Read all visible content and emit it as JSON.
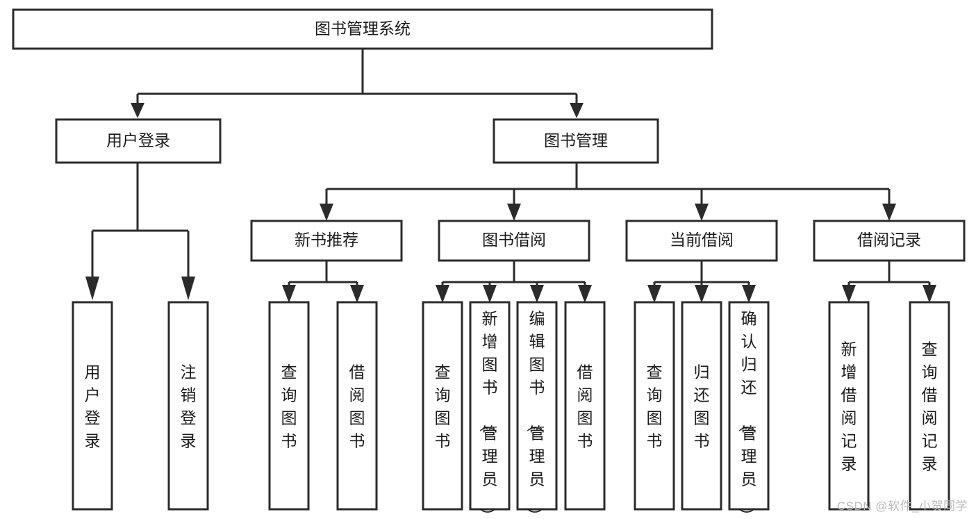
{
  "diagram": {
    "type": "tree-hierarchy",
    "title": "图书管理系统",
    "watermark": "CSDN @软件_小贺同学",
    "colors": {
      "box_stroke": "#2b2b2b",
      "box_fill": "#ffffff",
      "connector": "#2b2b2b",
      "text": "#1a1a1a",
      "background": "#ffffff",
      "watermark": "#b9b9b9"
    },
    "levels": [
      {
        "level": 1,
        "nodes": [
          {
            "id": "root",
            "label": "图书管理系统",
            "orientation": "horizontal"
          }
        ]
      },
      {
        "level": 2,
        "nodes": [
          {
            "id": "login",
            "label": "用户登录",
            "orientation": "horizontal",
            "parent": "root"
          },
          {
            "id": "bookmgmt",
            "label": "图书管理",
            "orientation": "horizontal",
            "parent": "root"
          }
        ]
      },
      {
        "level": 3,
        "nodes": [
          {
            "id": "newbook",
            "label": "新书推荐",
            "orientation": "horizontal",
            "parent": "bookmgmt"
          },
          {
            "id": "borrow",
            "label": "图书借阅",
            "orientation": "horizontal",
            "parent": "bookmgmt"
          },
          {
            "id": "current",
            "label": "当前借阅",
            "orientation": "horizontal",
            "parent": "bookmgmt"
          },
          {
            "id": "record",
            "label": "借阅记录",
            "orientation": "horizontal",
            "parent": "bookmgmt"
          }
        ]
      },
      {
        "level": 4,
        "nodes": [
          {
            "id": "leaf-1",
            "label": "用户登录",
            "orientation": "vertical",
            "parent": "login"
          },
          {
            "id": "leaf-2",
            "label": "注销登录",
            "orientation": "vertical",
            "parent": "login"
          },
          {
            "id": "leaf-3",
            "label": "查询图书",
            "orientation": "vertical",
            "parent": "newbook"
          },
          {
            "id": "leaf-4",
            "label": "借阅图书",
            "orientation": "vertical",
            "parent": "newbook"
          },
          {
            "id": "leaf-5",
            "label": "查询图书",
            "orientation": "vertical",
            "parent": "borrow"
          },
          {
            "id": "leaf-6",
            "label": "新增图书（管理员）",
            "orientation": "vertical",
            "parent": "borrow"
          },
          {
            "id": "leaf-7",
            "label": "编辑图书（管理员）",
            "orientation": "vertical",
            "parent": "borrow"
          },
          {
            "id": "leaf-8",
            "label": "借阅图书",
            "orientation": "vertical",
            "parent": "borrow"
          },
          {
            "id": "leaf-9",
            "label": "查询图书",
            "orientation": "vertical",
            "parent": "current"
          },
          {
            "id": "leaf-10",
            "label": "归还图书",
            "orientation": "vertical",
            "parent": "current"
          },
          {
            "id": "leaf-11",
            "label": "确认归还（管理员）",
            "orientation": "vertical",
            "parent": "current"
          },
          {
            "id": "leaf-12",
            "label": "新增借阅记录",
            "orientation": "vertical",
            "parent": "record"
          },
          {
            "id": "leaf-13",
            "label": "查询借阅记录",
            "orientation": "vertical",
            "parent": "record"
          }
        ]
      }
    ]
  }
}
